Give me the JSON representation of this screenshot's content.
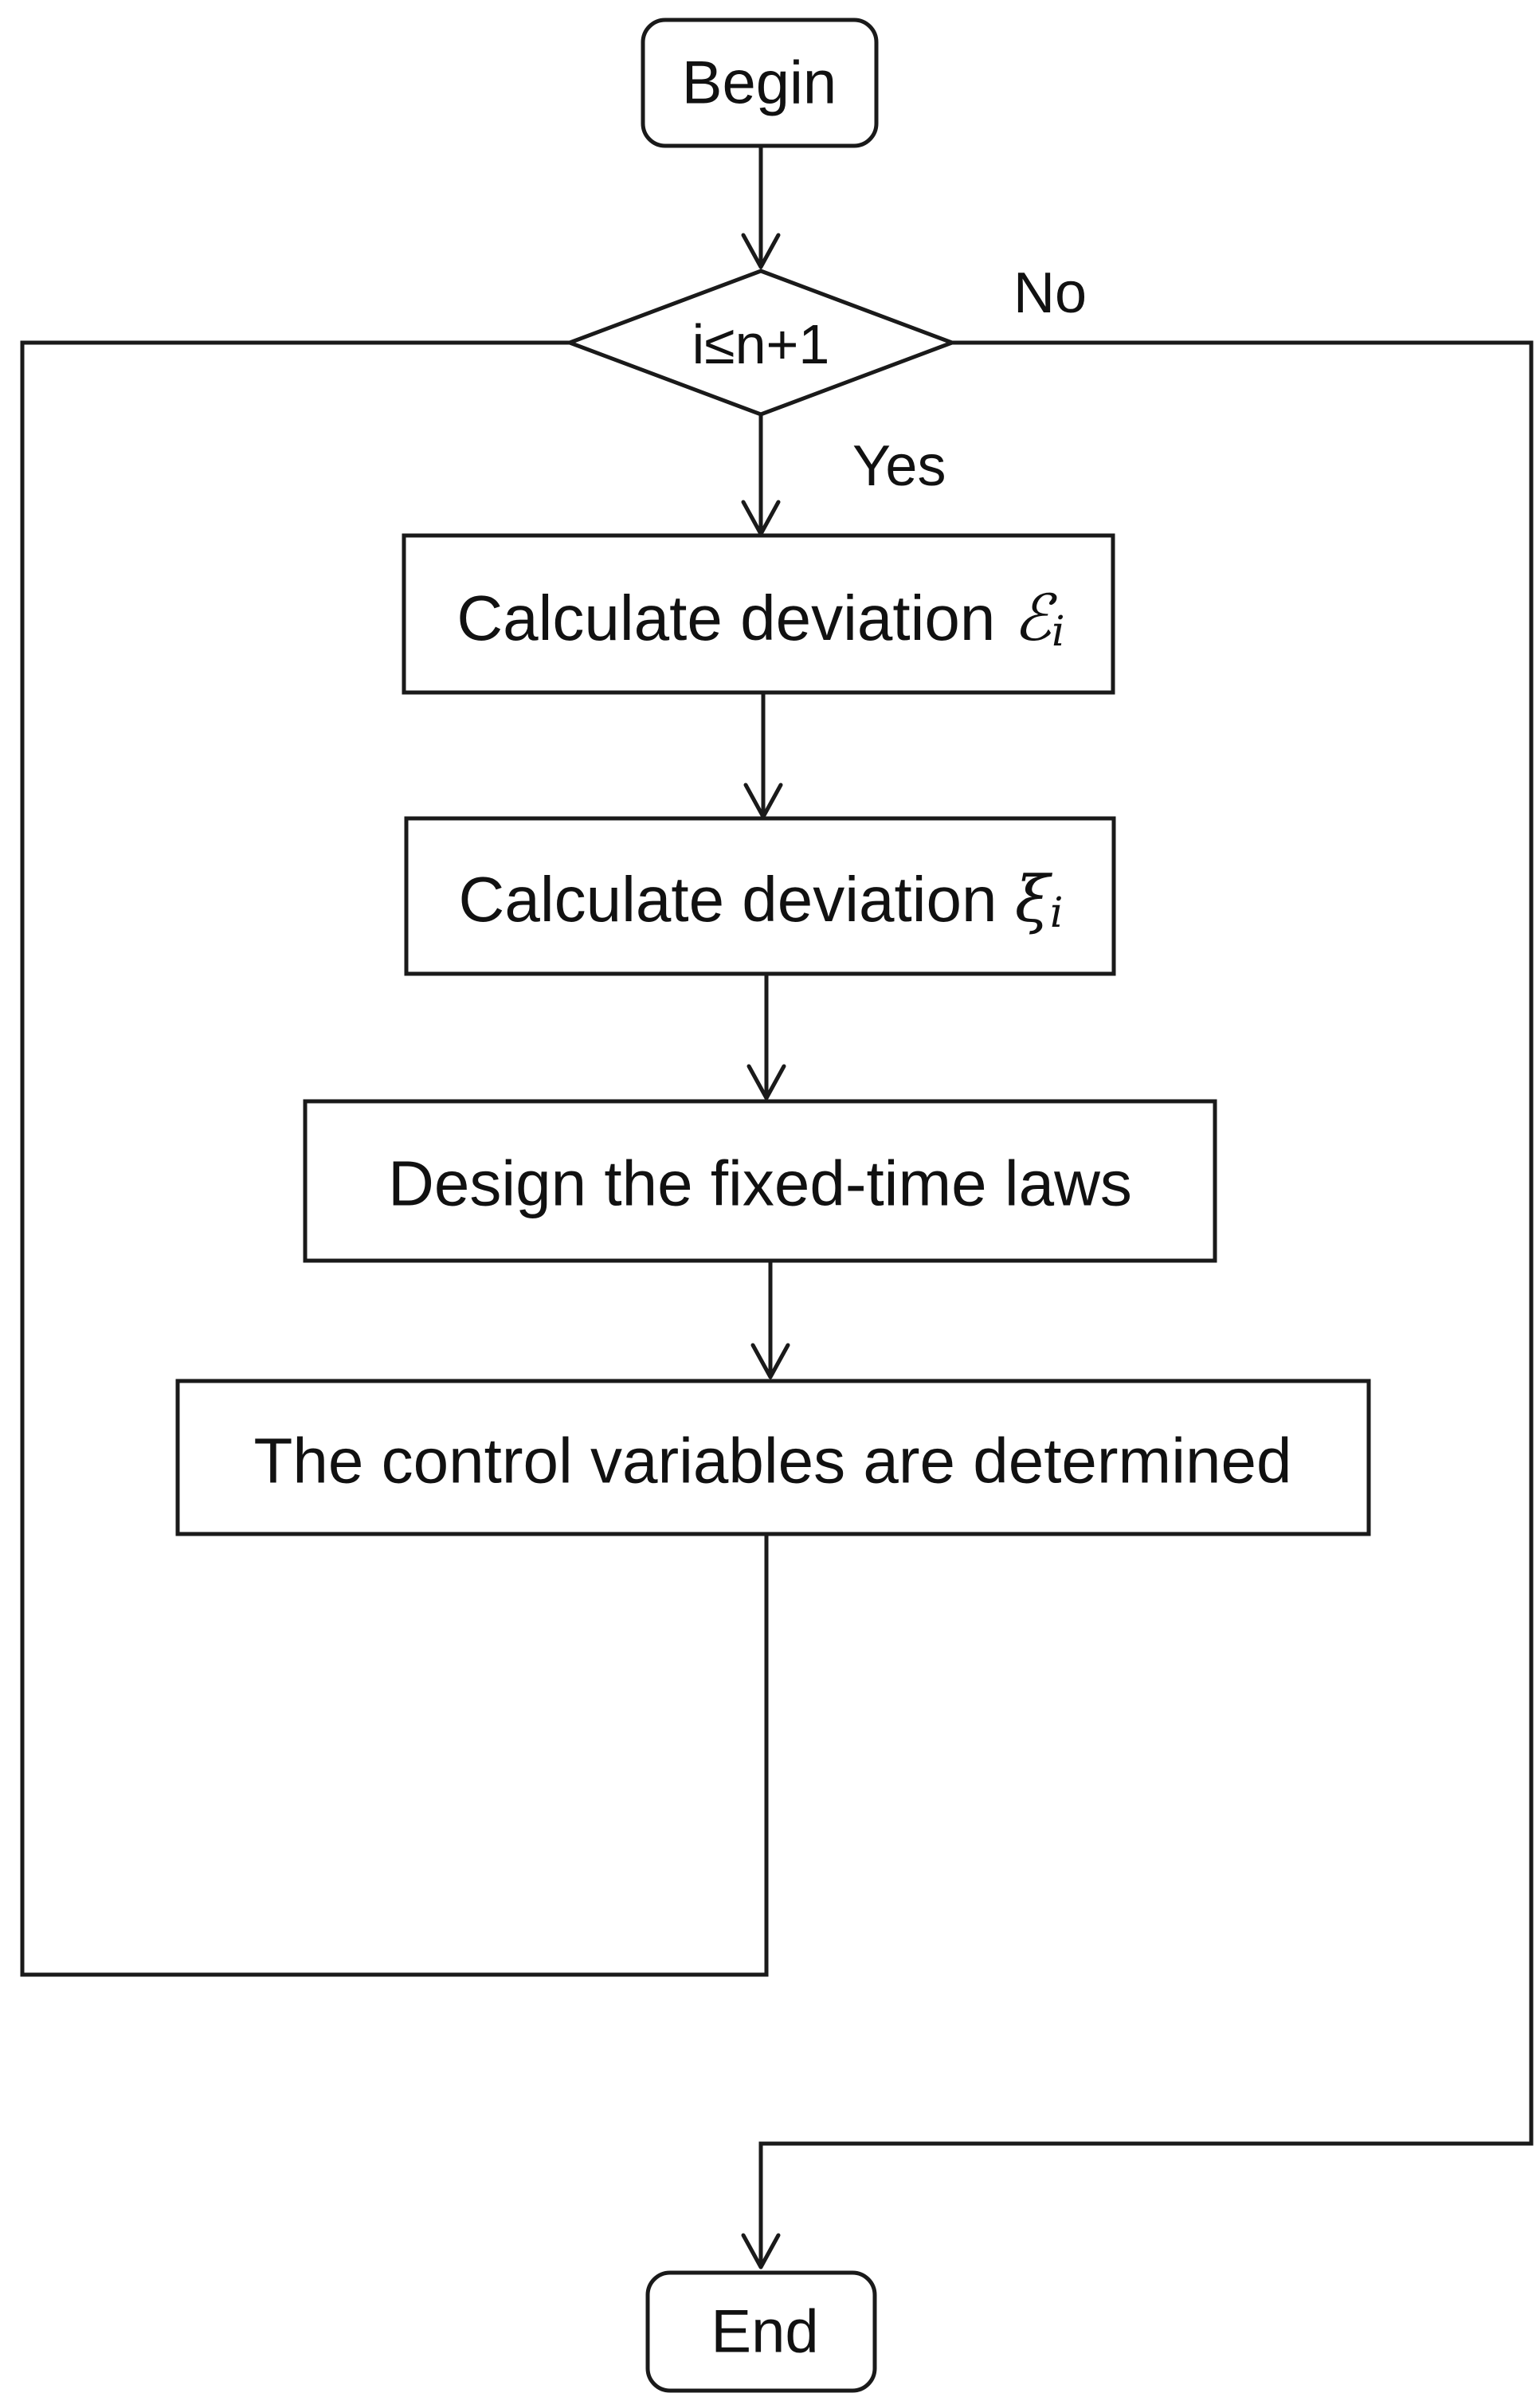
{
  "diagram": {
    "nodes": {
      "begin": {
        "label": "Begin",
        "kind": "terminal"
      },
      "condition": {
        "label": "i≤n+1",
        "kind": "decision"
      },
      "step_epsilon": {
        "label": "Calculate deviation ",
        "symbol": "ℰ",
        "subscript": "i",
        "kind": "process"
      },
      "step_xi": {
        "label": "Calculate deviation ",
        "symbol": "ξ",
        "subscript": "i",
        "kind": "process"
      },
      "step_design": {
        "label": "Design the fixed-time laws",
        "kind": "process"
      },
      "step_control": {
        "label": "The control variables are determined",
        "kind": "process"
      },
      "end": {
        "label": "End",
        "kind": "terminal"
      }
    },
    "branches": {
      "yes_label": "Yes",
      "no_label": "No"
    },
    "edges": [
      {
        "from": "begin",
        "to": "condition"
      },
      {
        "from": "condition",
        "to": "step_epsilon",
        "label": "Yes"
      },
      {
        "from": "step_epsilon",
        "to": "step_xi"
      },
      {
        "from": "step_xi",
        "to": "step_design"
      },
      {
        "from": "step_design",
        "to": "step_control"
      },
      {
        "from": "step_control",
        "to": "condition",
        "note": "loop back"
      },
      {
        "from": "condition",
        "to": "end",
        "label": "No"
      }
    ],
    "colors": {
      "stroke": "#1a1a1a",
      "fill": "#ffffff",
      "text": "#111111"
    }
  }
}
